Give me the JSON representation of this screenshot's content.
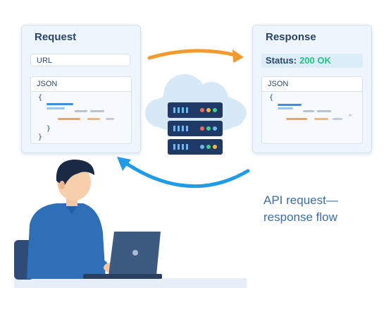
{
  "request": {
    "title": "Request",
    "url_label": "URL",
    "json_label": "JSON",
    "open_brace": "{",
    "inner_close": "}",
    "close_brace": "}"
  },
  "response": {
    "title": "Response",
    "status_label": "Status:",
    "status_value": "200 OK",
    "json_label": "JSON",
    "open_brace": "{",
    "caret": "^"
  },
  "caption": {
    "line1": "API request—",
    "line2": "response flow"
  },
  "colors": {
    "request_arrow": "#f29a2e",
    "response_arrow": "#1f9be8",
    "status_ok": "#25c383",
    "cloud": "#d7e9f7",
    "server": "#1f3a66"
  },
  "icons": [
    "cloud-icon",
    "server-rack-icon",
    "laptop-icon",
    "person-illustration"
  ]
}
